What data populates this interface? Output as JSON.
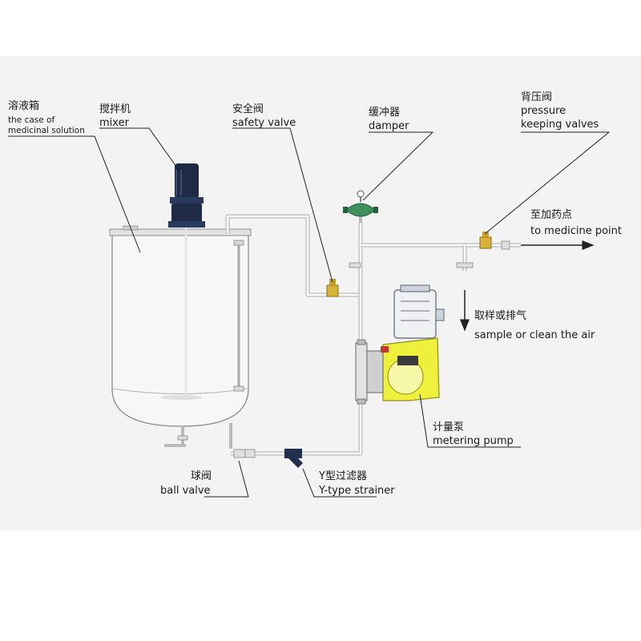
{
  "labels": {
    "tank_cn": "溶液箱",
    "tank_en_line1": "the case of",
    "tank_en_line2": "medicinal solution",
    "mixer_cn": "搅拌机",
    "mixer_en": "mixer",
    "safety_cn": "安全阀",
    "safety_en": "safety valve",
    "damper_cn": "缓冲器",
    "damper_en": "damper",
    "pressure_cn": "背压阀",
    "pressure_en_line1": "pressure",
    "pressure_en_line2": "keeping valves",
    "medicine_cn": "至加药点",
    "medicine_en": "to medicine point",
    "sample_cn": "取样或排气",
    "sample_en": "sample or clean the air",
    "pump_cn": "计量泵",
    "pump_en": "metering pump",
    "ball_cn": "球阀",
    "ball_en": "ball valve",
    "strainer_cn": "Y型过滤器",
    "strainer_en": "Y-type strainer"
  },
  "colors": {
    "pipe": "#b9b9b9",
    "valve_brass": "#d9b23a",
    "pump_yellow": "#eef03c",
    "motor_navy": "#1f2a44",
    "damper_green": "#3e8f5a",
    "tank_outline": "#8c8c8c"
  },
  "icons": [
    "mixer-motor-icon",
    "metering-pump-icon",
    "damper-icon",
    "valve-icon",
    "strainer-icon",
    "arrow-icon"
  ]
}
